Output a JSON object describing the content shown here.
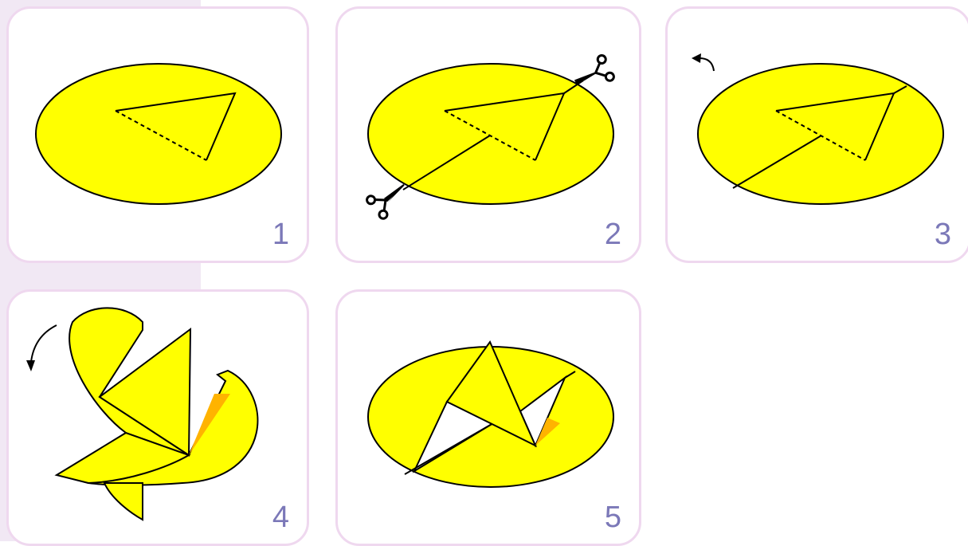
{
  "steps": [
    {
      "number": "1",
      "caption": ""
    },
    {
      "number": "2",
      "caption": ""
    },
    {
      "number": "3",
      "caption": ""
    },
    {
      "number": "4",
      "caption": ""
    },
    {
      "number": "5",
      "caption": ""
    }
  ],
  "colors": {
    "paper": "#ffff00",
    "fold_shadow": "#ffb300",
    "panel_border": "#efd8ef",
    "side_band": "#f1e8f4",
    "step_number": "#7b78b8",
    "outline": "#000000"
  },
  "icons": [
    "scissors-icon",
    "curved-arrow-icon"
  ]
}
